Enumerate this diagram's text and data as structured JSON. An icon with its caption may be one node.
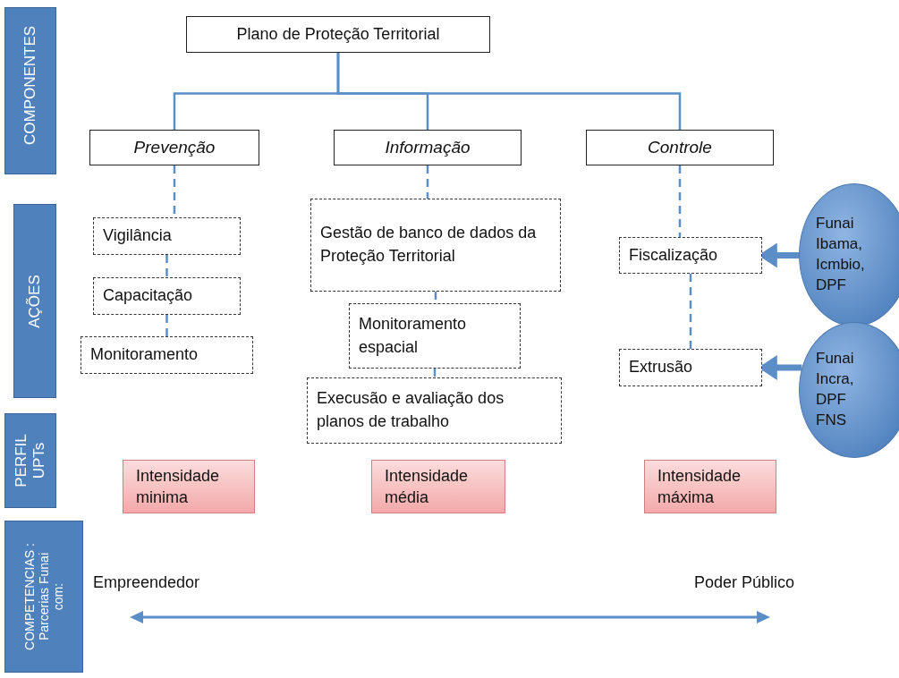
{
  "diagram": {
    "nodes": [
      {
        "text": [
          "COMPONENTES"
        ]
      },
      {
        "text": [
          "AÇÕES"
        ]
      },
      {
        "text": [
          "PERFIL UPTs"
        ]
      },
      {
        "text": [
          "COMPETENCIAS : Parcerias Funai com:"
        ]
      },
      {
        "text": [
          "Plano de Proteção Territorial"
        ]
      },
      {
        "text": [
          "Prevenção"
        ]
      },
      {
        "text": [
          "Informação"
        ]
      },
      {
        "text": [
          "Controle"
        ]
      },
      {
        "text": [
          "Vigilância"
        ]
      },
      {
        "text": [
          "Capacitação"
        ]
      },
      {
        "text": [
          "Monitoramento"
        ]
      },
      {
        "text": [
          "Gestão de banco de dados da Proteção Territorial"
        ]
      },
      {
        "text": [
          "Monitoramento espacial"
        ]
      },
      {
        "text": [
          "Execusão e avaliação dos planos de trabalho"
        ]
      },
      {
        "text": [
          "Fiscalização"
        ]
      },
      {
        "text": [
          "Extrusão"
        ]
      },
      {
        "text": [
          "Funai Ibama, Icmbio, DPF"
        ]
      },
      {
        "text": [
          "Funai Incra, DPF FNS"
        ]
      },
      {
        "text": [
          "Intensidade minima"
        ]
      },
      {
        "text": [
          "Intensidade média"
        ]
      },
      {
        "text": [
          "Intensidade máxima"
        ]
      }
    ],
    "edges": [
      {
        "from": 4,
        "to": 5,
        "arrow": "none"
      },
      {
        "from": 4,
        "to": 6,
        "arrow": "none"
      },
      {
        "from": 4,
        "to": 7,
        "arrow": "none"
      },
      {
        "from": 5,
        "to": 8,
        "arrow": "none",
        "style": "dashed"
      },
      {
        "from": 8,
        "to": 9,
        "arrow": "none",
        "style": "dashed"
      },
      {
        "from": 9,
        "to": 10,
        "arrow": "none",
        "style": "dashed"
      },
      {
        "from": 6,
        "to": 11,
        "arrow": "none",
        "style": "dashed"
      },
      {
        "from": 11,
        "to": 12,
        "arrow": "none",
        "style": "dashed"
      },
      {
        "from": 12,
        "to": 13,
        "arrow": "none",
        "style": "dashed"
      },
      {
        "from": 7,
        "to": 14,
        "arrow": "none",
        "style": "dashed"
      },
      {
        "from": 14,
        "to": 15,
        "arrow": "none",
        "style": "dashed"
      },
      {
        "from": 16,
        "to": 14,
        "arrow": "to",
        "style": "thick"
      },
      {
        "from": 17,
        "to": 15,
        "arrow": "to",
        "style": "thick"
      }
    ],
    "labels": [
      "Empreendedor",
      "Poder Público"
    ]
  }
}
